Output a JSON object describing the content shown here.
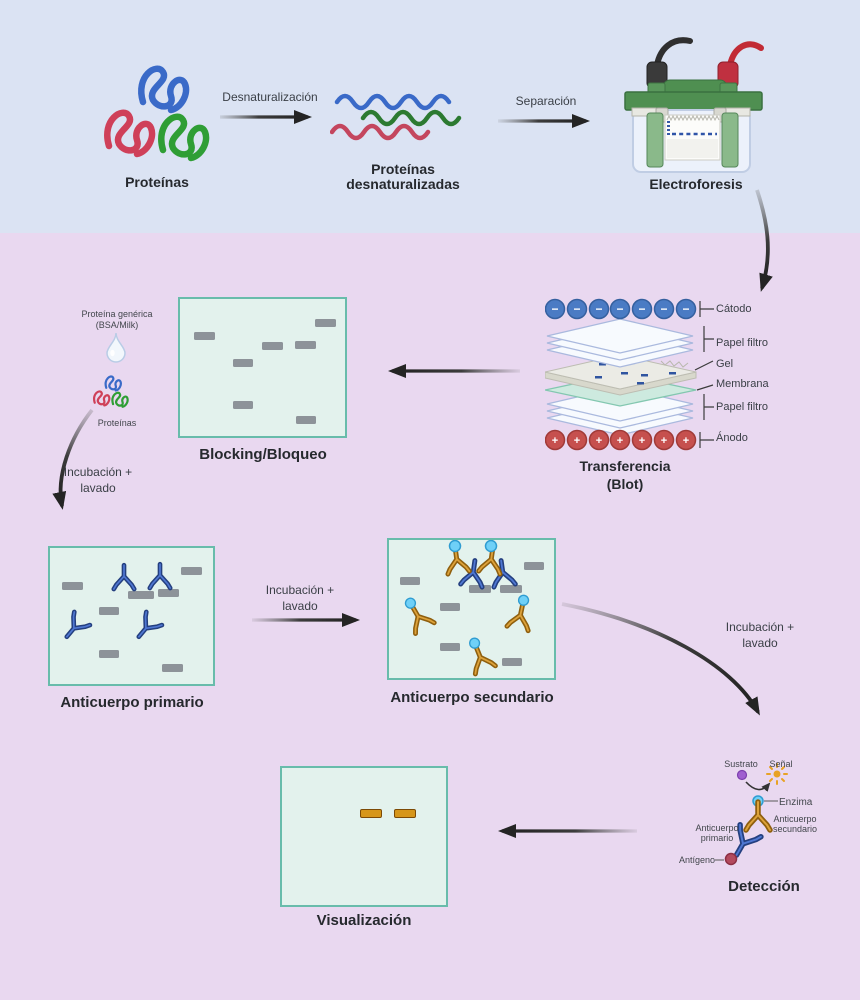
{
  "stage1": {
    "proteins_label": "Proteínas",
    "denaturation_arrow_label": "Desnaturalización",
    "denatured_label_line1": "Proteínas",
    "denatured_label_line2": "desnaturalizadas",
    "separation_arrow_label": "Separación",
    "electrophoresis_label": "Electroforesis"
  },
  "transfer": {
    "title_line1": "Transferencia",
    "title_line2": "(Blot)",
    "cathode_label": "Cátodo",
    "filter_paper_top_label": "Papel filtro",
    "gel_label": "Gel",
    "membrane_label": "Membrana",
    "filter_paper_bottom_label": "Papel filtro",
    "anode_label": "Ánodo",
    "minus_sign": "−",
    "plus_sign": "+"
  },
  "blocking": {
    "generic_protein_line1": "Proteína genérica",
    "generic_protein_line2": "(BSA/Milk)",
    "proteins_label": "Proteínas",
    "title": "Blocking/Bloqueo",
    "incubation_line1": "Incubación +",
    "incubation_line2": "lavado"
  },
  "primary_antibody": {
    "title": "Anticuerpo primario",
    "incubation_line1": "Incubación +",
    "incubation_line2": "lavado"
  },
  "secondary_antibody": {
    "title": "Anticuerpo secundario",
    "incubation_line1": "Incubación +",
    "incubation_line2": "lavado"
  },
  "detection": {
    "title": "Detección",
    "substrate_label": "Sustrato",
    "signal_label": "Señal",
    "enzyme_label": "Enzima",
    "primary_label_line1": "Anticuerpo",
    "primary_label_line2": "primario",
    "secondary_label_line1": "Anticuerpo",
    "secondary_label_line2": "secundario",
    "antigen_label": "Antígeno"
  },
  "visualization": {
    "title": "Visualización"
  },
  "colors": {
    "bg_top": "#dbe3f3",
    "bg_bottom": "#e9d8f0",
    "box_fill": "#e3f2ed",
    "box_border": "#68bcab",
    "band_gray": "#8d9399",
    "antibody_blue": "#243f7f",
    "antibody_orange": "#8f5f0e",
    "cathode_blue": "#4a7bc4",
    "anode_red": "#c6504e",
    "enzyme_cyan": "#6fd0f7",
    "antigen_red": "#b34a5e",
    "substrate_purple": "#a05fd0",
    "signal_orange": "#e8a225"
  }
}
